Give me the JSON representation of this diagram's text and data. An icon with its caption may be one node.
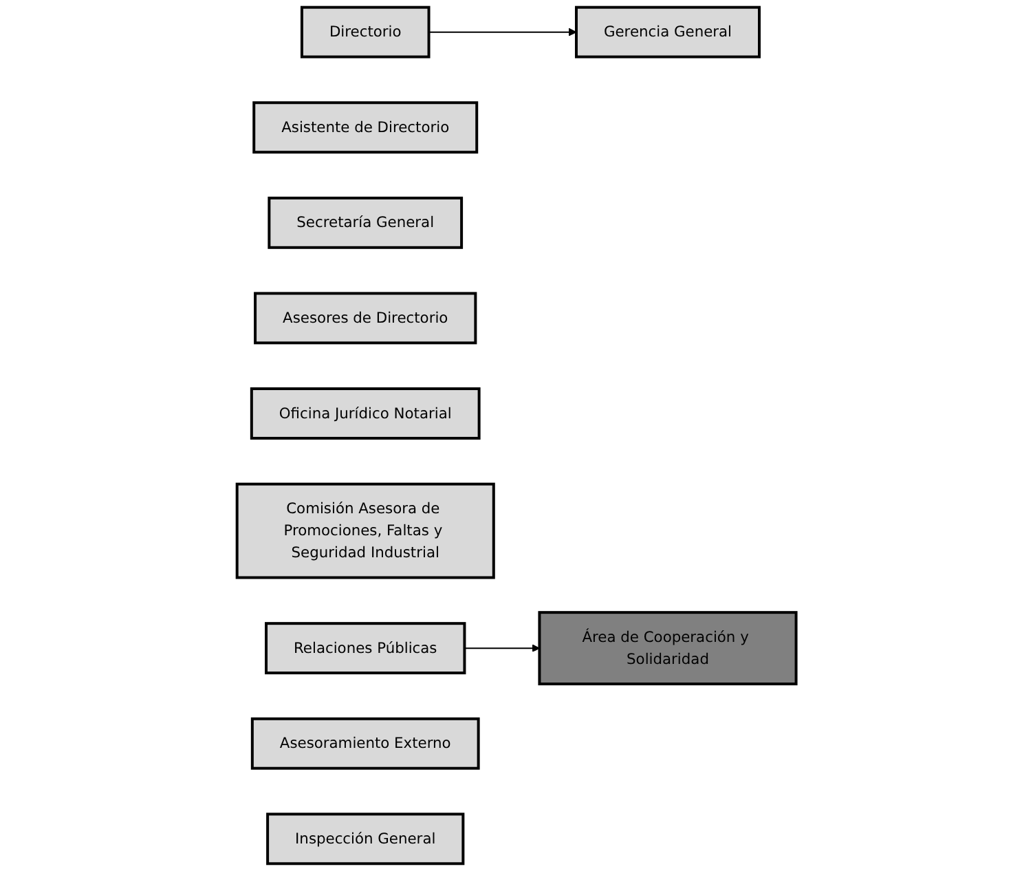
{
  "diagram": {
    "nodes": [
      {
        "text": [
          "Directorio"
        ]
      },
      {
        "text": [
          "Asistente de Directorio"
        ]
      },
      {
        "text": [
          "Secretaría General"
        ]
      },
      {
        "text": [
          "Asesores de Directorio"
        ]
      },
      {
        "text": [
          "Oficina Jurídico Notarial"
        ]
      },
      {
        "text": [
          "Comisión Asesora de Promociones, Faltas y Seguridad Industrial"
        ]
      },
      {
        "text": [
          "Relaciones Públicas"
        ]
      },
      {
        "text": [
          "Área de Cooperación y Solidaridad"
        ]
      },
      {
        "text": [
          "Asesoramiento Externo"
        ]
      },
      {
        "text": [
          "Inspección General"
        ]
      },
      {
        "text": [
          "Gerencia General"
        ]
      }
    ],
    "edges": [
      {
        "from": 0,
        "to": 10,
        "arrow": "to"
      },
      {
        "from": 6,
        "to": 7,
        "arrow": "to"
      }
    ]
  }
}
